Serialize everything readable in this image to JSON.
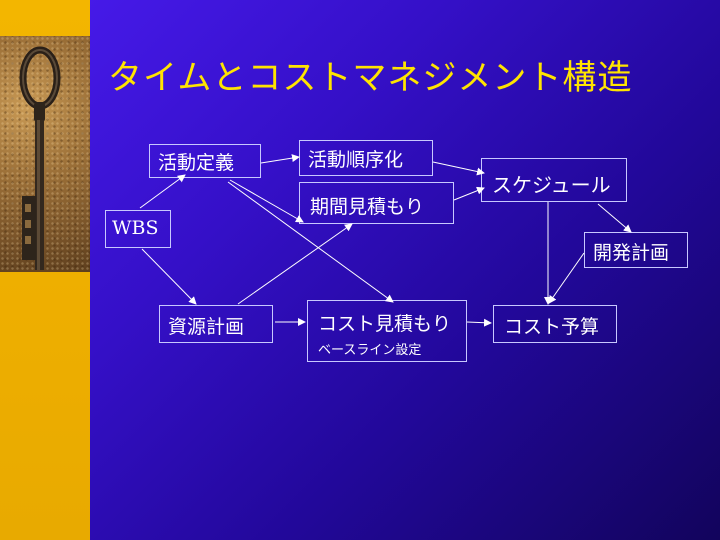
{
  "slide": {
    "title": "タイムとコストマネジメント構造",
    "colors": {
      "title": "#ffe400",
      "accent_stripe": "#f0b000",
      "background": "#3510c8",
      "node_text": "#ffffff"
    },
    "photo_icon": "old-key-icon"
  },
  "diagram": {
    "nodes": {
      "activity_definition": "活動定義",
      "activity_sequence": "活動順序化",
      "duration_estimate": "期間見積もり",
      "schedule": "スケジュール",
      "wbs": "WBS",
      "schedule_development": "開発計画",
      "resource_planning": "資源計画",
      "cost_estimate": "コスト見積もり",
      "baseline_setting": "ベースライン設定",
      "cost_budget": "コスト予算"
    }
  }
}
